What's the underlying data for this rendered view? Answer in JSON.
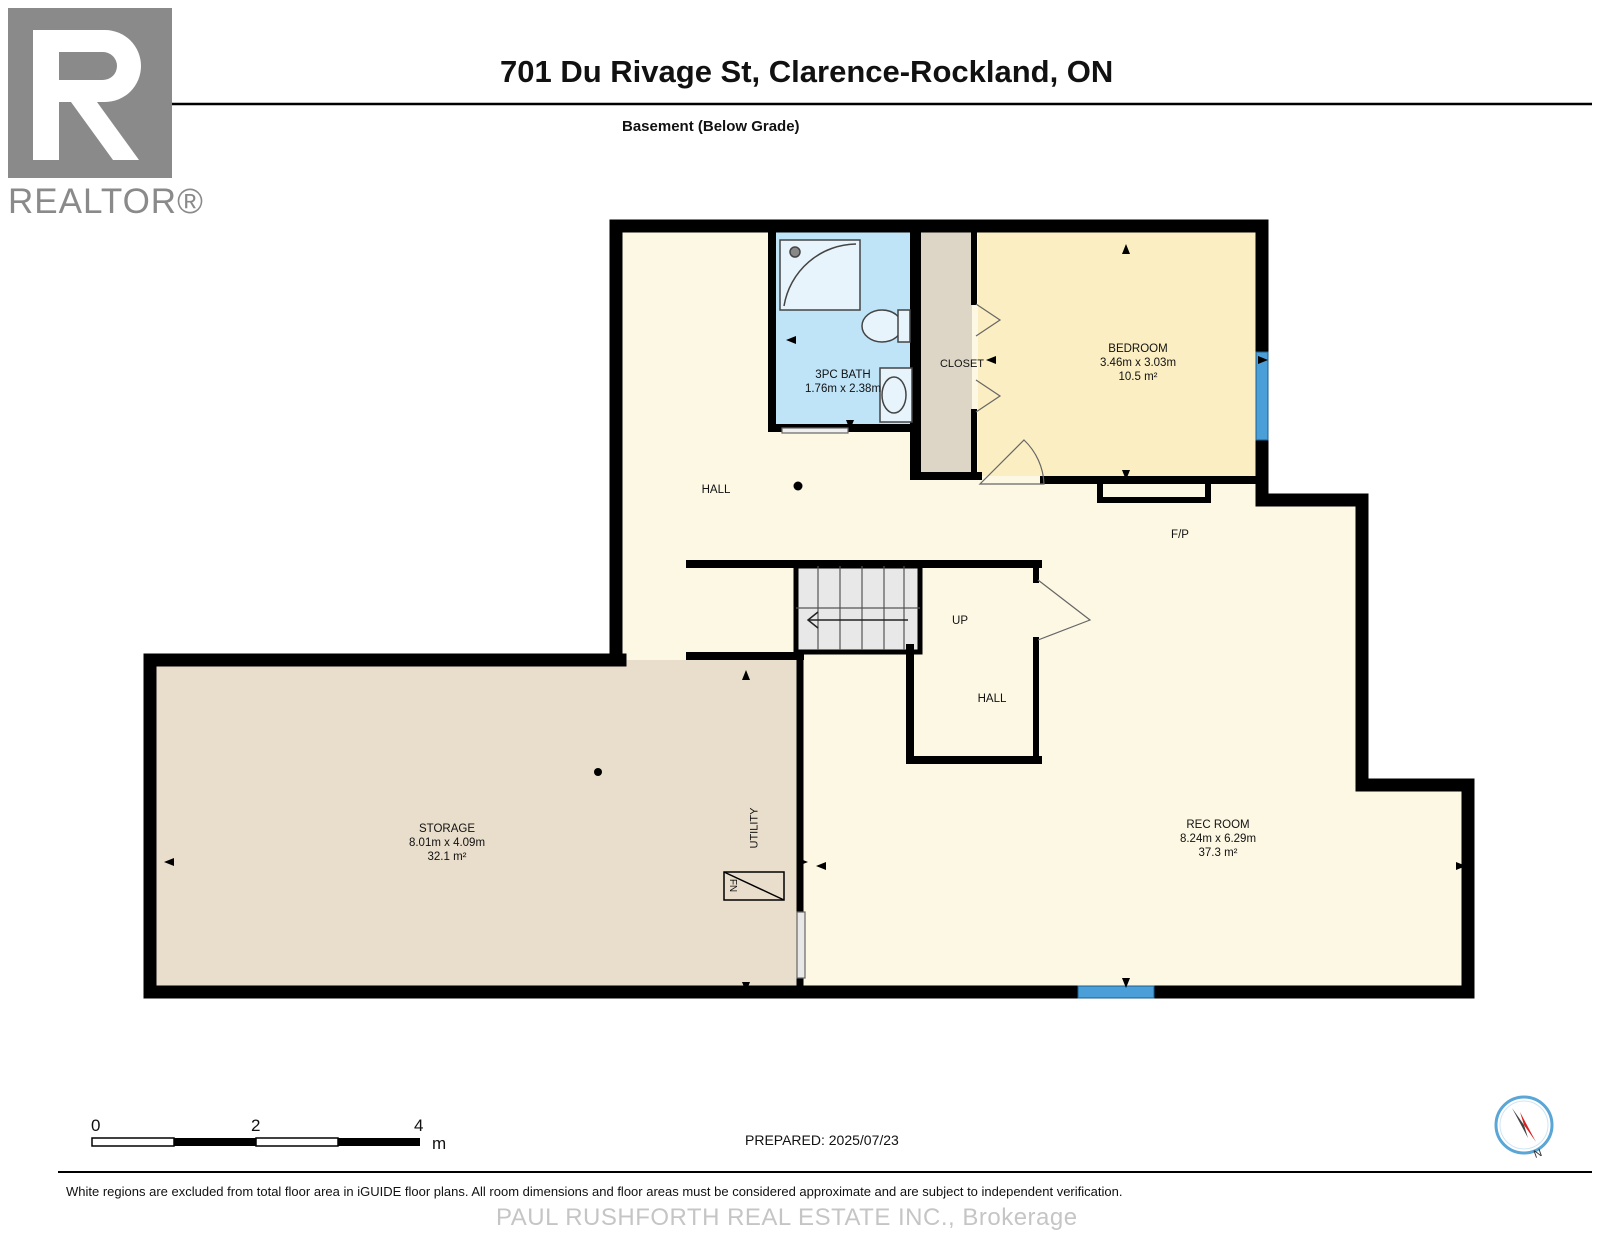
{
  "header": {
    "title": "701 Du Rivage St, Clarence-Rockland, ON",
    "subtitle": "Basement (Below Grade)"
  },
  "logo": {
    "wordmark": "REALTOR®",
    "icon": "realtor-r-logo"
  },
  "rooms": {
    "bath": {
      "name": "3PC BATH",
      "dims": "1.76m x 2.38m"
    },
    "closet": {
      "name": "CLOSET"
    },
    "bedroom": {
      "name": "BEDROOM",
      "dims": "3.46m x 3.03m",
      "area": "10.5 m²"
    },
    "hall_upper": {
      "name": "HALL"
    },
    "fireplace": {
      "name": "F/P"
    },
    "stairs": {
      "name": "UP"
    },
    "hall_lower": {
      "name": "HALL"
    },
    "storage": {
      "name": "STORAGE",
      "dims": "8.01m x 4.09m",
      "area": "32.1 m²"
    },
    "utility": {
      "name": "UTILITY"
    },
    "furnace": {
      "name": "FN"
    },
    "rec_room": {
      "name": "REC ROOM",
      "dims": "8.24m x 6.29m",
      "area": "37.3 m²"
    }
  },
  "scale_bar": {
    "ticks": [
      "0",
      "2",
      "4"
    ],
    "unit": "m"
  },
  "prepared": "PREPARED: 2025/07/23",
  "disclaimer": "White regions are excluded from total floor area in iGUIDE floor plans. All room dimensions and floor areas must be considered approximate and are subject to independent verification.",
  "watermark": "PAUL RUSHFORTH REAL ESTATE INC., Brokerage",
  "compass": {
    "label": "N",
    "icon": "north-compass-icon"
  },
  "colors": {
    "wall": "#000000",
    "hall_floor": "#fdf8e4",
    "bath_floor": "#bfe3f7",
    "bedroom_floor": "#fbeec2",
    "storage_floor": "#e9ddcb",
    "closet_floor": "#ddd6c6",
    "window": "#4a9fd8",
    "logo_gray": "#8a8a8a",
    "compass_red": "#d62020"
  }
}
